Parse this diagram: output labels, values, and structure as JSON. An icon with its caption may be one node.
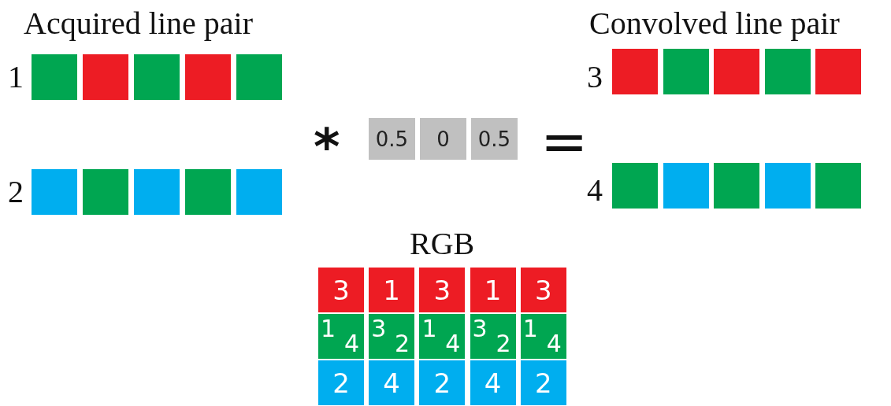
{
  "diagram": {
    "nodes": [
      {
        "text": [],
        "shape": "box"
      },
      {
        "text": [],
        "shape": "box"
      },
      {
        "text": [],
        "shape": "box"
      },
      {
        "text": [],
        "shape": "box"
      },
      {
        "text": [],
        "shape": "box"
      },
      {
        "text": [],
        "shape": "box"
      },
      {
        "text": [],
        "shape": "box"
      },
      {
        "text": [],
        "shape": "box"
      },
      {
        "text": [],
        "shape": "box"
      },
      {
        "text": [],
        "shape": "box"
      },
      {
        "text": [
          "0.5"
        ]
      },
      {
        "text": [
          "0"
        ]
      },
      {
        "text": [
          "0.5"
        ]
      },
      {
        "text": [],
        "shape": "box"
      },
      {
        "text": [],
        "shape": "box"
      },
      {
        "text": [],
        "shape": "box"
      },
      {
        "text": [],
        "shape": "box"
      },
      {
        "text": [],
        "shape": "box"
      },
      {
        "text": [],
        "shape": "box"
      },
      {
        "text": [],
        "shape": "box"
      },
      {
        "text": [],
        "shape": "box"
      },
      {
        "text": [],
        "shape": "box"
      },
      {
        "text": [],
        "shape": "box"
      },
      {
        "text": [
          "3"
        ]
      },
      {
        "text": [
          "1"
        ]
      },
      {
        "text": [
          "3"
        ]
      },
      {
        "text": [
          "1"
        ]
      },
      {
        "text": [
          "3"
        ]
      },
      {
        "text": [
          "1",
          "4"
        ]
      },
      {
        "text": [
          "3",
          "2"
        ]
      },
      {
        "text": [
          "1",
          "4"
        ]
      },
      {
        "text": [
          "3",
          "2"
        ]
      },
      {
        "text": [
          "1",
          "4"
        ]
      },
      {
        "text": [
          "2"
        ]
      },
      {
        "text": [
          "4"
        ]
      },
      {
        "text": [
          "2"
        ]
      },
      {
        "text": [
          "4"
        ]
      },
      {
        "text": [
          "2"
        ]
      }
    ],
    "labels": [
      "Acquired line pair",
      "Convolved line pair",
      "1",
      "*",
      "=",
      "3",
      "2",
      "4",
      "RGB"
    ]
  }
}
